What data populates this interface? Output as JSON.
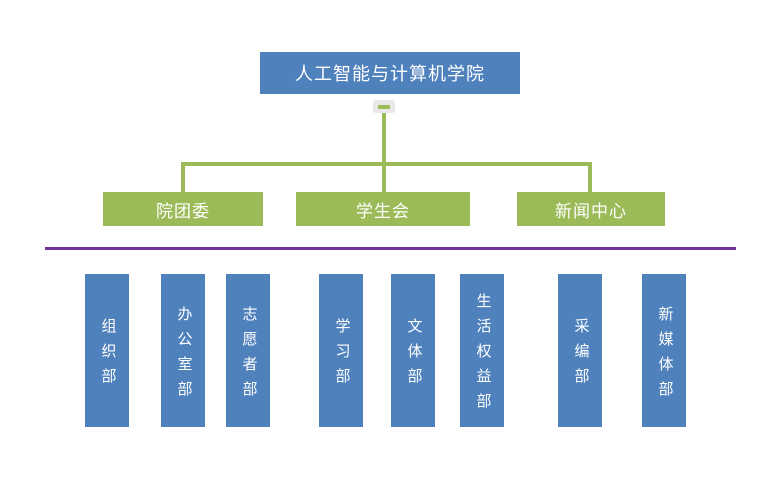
{
  "colors": {
    "node_blue": "#4F81BD",
    "branch_green": "#9BBB59",
    "connector_green": "#9BBB59",
    "divider_purple": "#7030A0",
    "collapse_button_gray": "#E8E8E8",
    "text_white": "#FFFFFF"
  },
  "org": {
    "root": {
      "label": "人工智能与计算机学院"
    },
    "collapse_button": {
      "icon": "minus-icon",
      "state": "expanded"
    },
    "branches": [
      {
        "label": "院团委"
      },
      {
        "label": "学生会"
      },
      {
        "label": "新闻中心"
      }
    ],
    "departments": [
      {
        "label": "组织部",
        "branch": "院团委"
      },
      {
        "label": "办公室部",
        "branch": "院团委"
      },
      {
        "label": "志愿者部",
        "branch": "院团委"
      },
      {
        "label": "学习部",
        "branch": "学生会"
      },
      {
        "label": "文体部",
        "branch": "学生会"
      },
      {
        "label": "生活权益部",
        "branch": "学生会"
      },
      {
        "label": "采编部",
        "branch": "新闻中心"
      },
      {
        "label": "新媒体部",
        "branch": "新闻中心"
      }
    ]
  }
}
